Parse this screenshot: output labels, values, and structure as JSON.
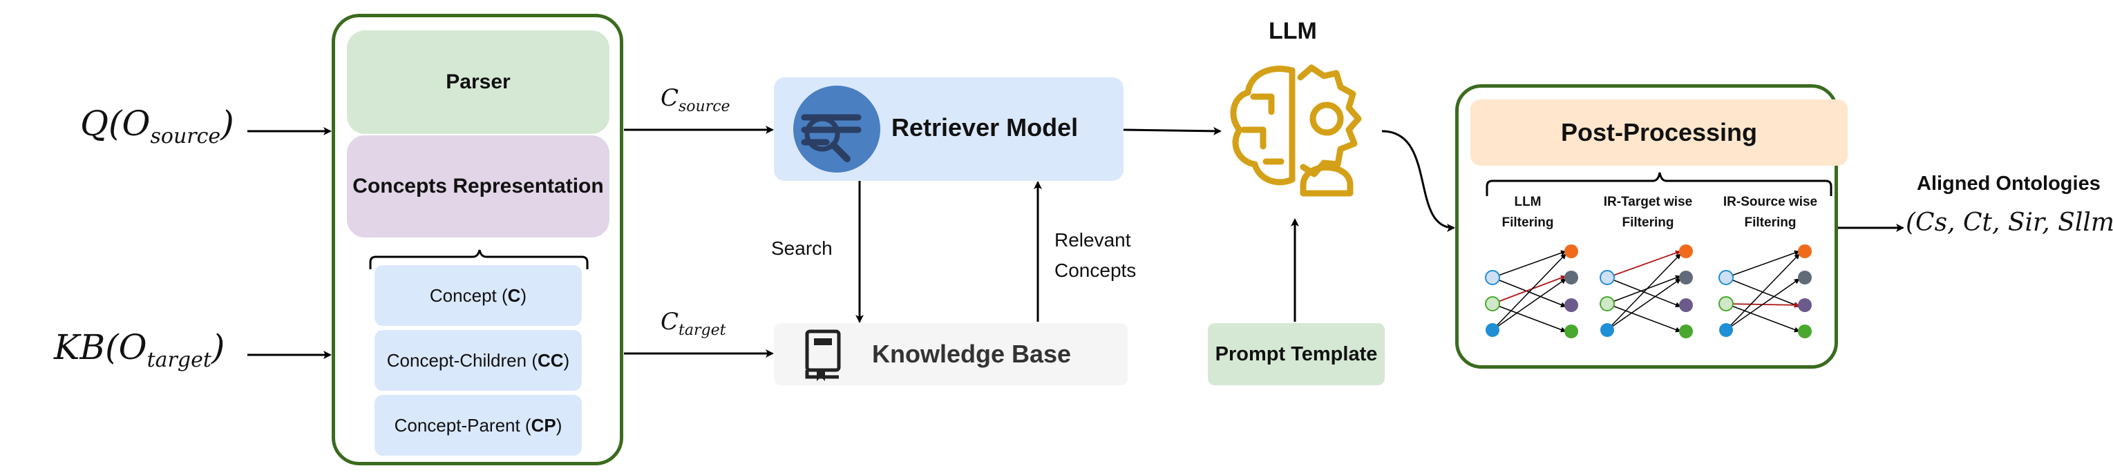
{
  "inputs": {
    "source": "Q(O",
    "source_sub": "source",
    "target": "KB(O",
    "target_sub": "target"
  },
  "parser_panel": {
    "parser": "Parser",
    "concepts_representation": "Concepts Representation",
    "concept_prefix": "Concept (",
    "concept_abbr": "C",
    "children_prefix": "Concept-Children (",
    "children_abbr": "CC",
    "parent_prefix": "Concept-Parent (",
    "parent_abbr": "CP",
    "close": ")"
  },
  "edges": {
    "c_source": "C",
    "c_source_sub": "source",
    "c_target": "C",
    "c_target_sub": "target",
    "search": "Search",
    "relevant_1": "Relevant",
    "relevant_2": "Concepts"
  },
  "retriever": {
    "label": "Retriever Model"
  },
  "knowledge_base": {
    "label": "Knowledge Base"
  },
  "llm": {
    "label": "LLM"
  },
  "prompt_template": {
    "label": "Prompt Template"
  },
  "post_processing": {
    "title": "Post-Processing",
    "filters": [
      {
        "line1": "LLM",
        "line2": "Filtering"
      },
      {
        "line1": "IR-Target wise",
        "line2": "Filtering"
      },
      {
        "line1": "IR-Source wise",
        "line2": "Filtering"
      }
    ]
  },
  "output": {
    "title": "Aligned Ontologies",
    "tuple": "(Cs, Ct, Sir, Sllm)"
  },
  "colors": {
    "green_border": "#3a6b1e",
    "parser_fill": "#d5e8d4",
    "concepts_rep_fill": "#e1d5e7",
    "concept_fill": "#dae8fc",
    "retriever_fill": "#dae8fc",
    "retriever_icon": "#4a7fc1",
    "kb_fill": "#f5f5f5",
    "llm_icon": "#d4a017",
    "prompt_fill": "#d5e8d4",
    "post_title_fill": "#ffe6cc",
    "node_orange": "#f06a1b",
    "node_gray": "#5f6b78",
    "node_purple": "#6b5a8a",
    "node_green": "#4aa82e",
    "node_blue": "#1f8fd6",
    "node_light_green": "#cfe8c8",
    "node_light_blue": "#cfe0f6"
  },
  "icons": [
    "search-list-icon",
    "book-icon",
    "brain-gear-person-icon"
  ]
}
